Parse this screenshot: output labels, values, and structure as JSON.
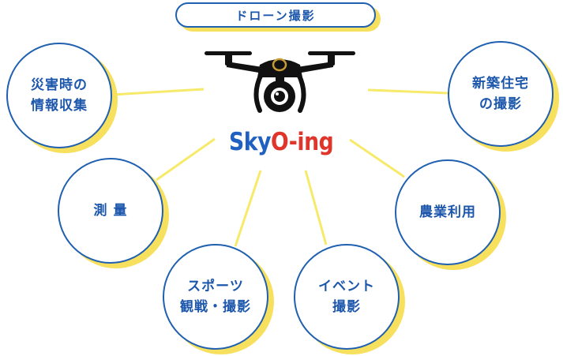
{
  "title": "ドローン撮影",
  "brand": {
    "part1": "Sky",
    "part2": "O-ing"
  },
  "uses": [
    {
      "id": "disaster",
      "line1": "災害時の",
      "line2": "情報収集"
    },
    {
      "id": "survey",
      "line1": "測 量",
      "line2": ""
    },
    {
      "id": "sports",
      "line1": "スポーツ",
      "line2": "観戦・撮影"
    },
    {
      "id": "event",
      "line1": "イベント",
      "line2": "撮影"
    },
    {
      "id": "agri",
      "line1": "農業利用",
      "line2": ""
    },
    {
      "id": "house",
      "line1": "新築住宅",
      "line2": "の撮影"
    }
  ],
  "colors": {
    "outline": "#2060b0",
    "text": "#1d57ac",
    "shadow": "#f7e05d",
    "connector": "#f7ea6a",
    "brand_blue": "#2060c0",
    "brand_red": "#e0352b",
    "drone": "#111111"
  },
  "icons": {
    "center": "drone-icon"
  }
}
